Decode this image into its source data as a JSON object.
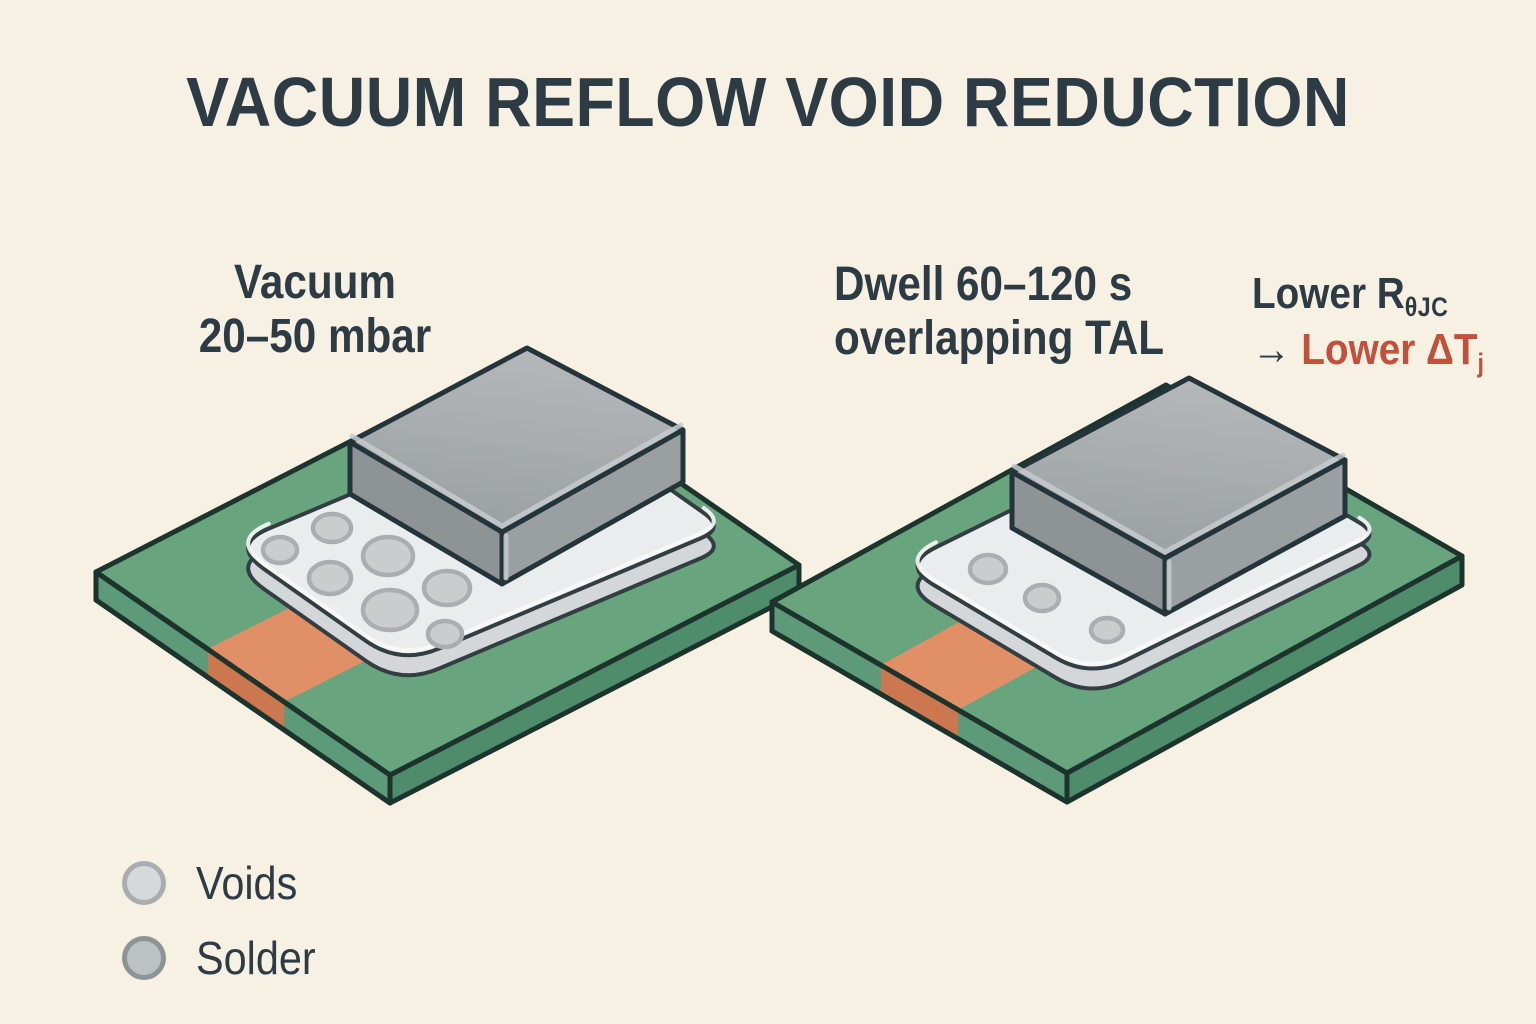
{
  "title": "VACUUM REFLOW VOID REDUCTION",
  "panels": [
    {
      "id": "vacuum-panel",
      "label_line1": "Vacuum",
      "label_line2": "20–50 mbar",
      "voids": [
        [
          280,
          550,
          17
        ],
        [
          332,
          528,
          19
        ],
        [
          330,
          578,
          21
        ],
        [
          388,
          556,
          25
        ],
        [
          390,
          610,
          27
        ],
        [
          447,
          588,
          23
        ],
        [
          445,
          634,
          17
        ]
      ]
    },
    {
      "id": "dwell-panel",
      "label_line1": "Dwell 60–120 s",
      "label_line2": "overlapping TAL",
      "voids": [
        [
          988,
          569,
          18
        ],
        [
          1042,
          598,
          17
        ],
        [
          1107,
          630,
          16
        ]
      ]
    }
  ],
  "annotation": {
    "line1_text": "Lower R",
    "line1_sub": "θJC",
    "arrow": "→",
    "line2_text": "Lower ΔT",
    "line2_sub": "j"
  },
  "legend": {
    "voids_label": "Voids",
    "solder_label": "Solder"
  },
  "colors": {
    "bg": "#f7f1e4",
    "ink": "#2d3b44",
    "red": "#c2503a",
    "board_top": "#68a47e",
    "board_side_l": "#5d9a79",
    "board_side_r": "#4e8c6b",
    "board_outline": "#1c342c",
    "copper_top": "#e08f66",
    "copper_side": "#cc7750",
    "pad_top": "#eaedee",
    "pad_side": "#d3d7d9",
    "pad_outline": "#333e43",
    "void_fill": "#c9cdce",
    "void_ring": "#a9afb1",
    "comp_top_a": "#9ba0a3",
    "comp_top_b": "#b4b8ba",
    "comp_left": "#8e9395",
    "comp_right": "#9aa0a2",
    "comp_bevel": "#c6cbcd",
    "comp_outline": "#24343b",
    "legend_void_fill": "#d6d9da",
    "legend_void_ring": "#a8aeb0",
    "legend_solder_fill": "#bcc1c2",
    "legend_solder_ring": "#8d9496"
  }
}
